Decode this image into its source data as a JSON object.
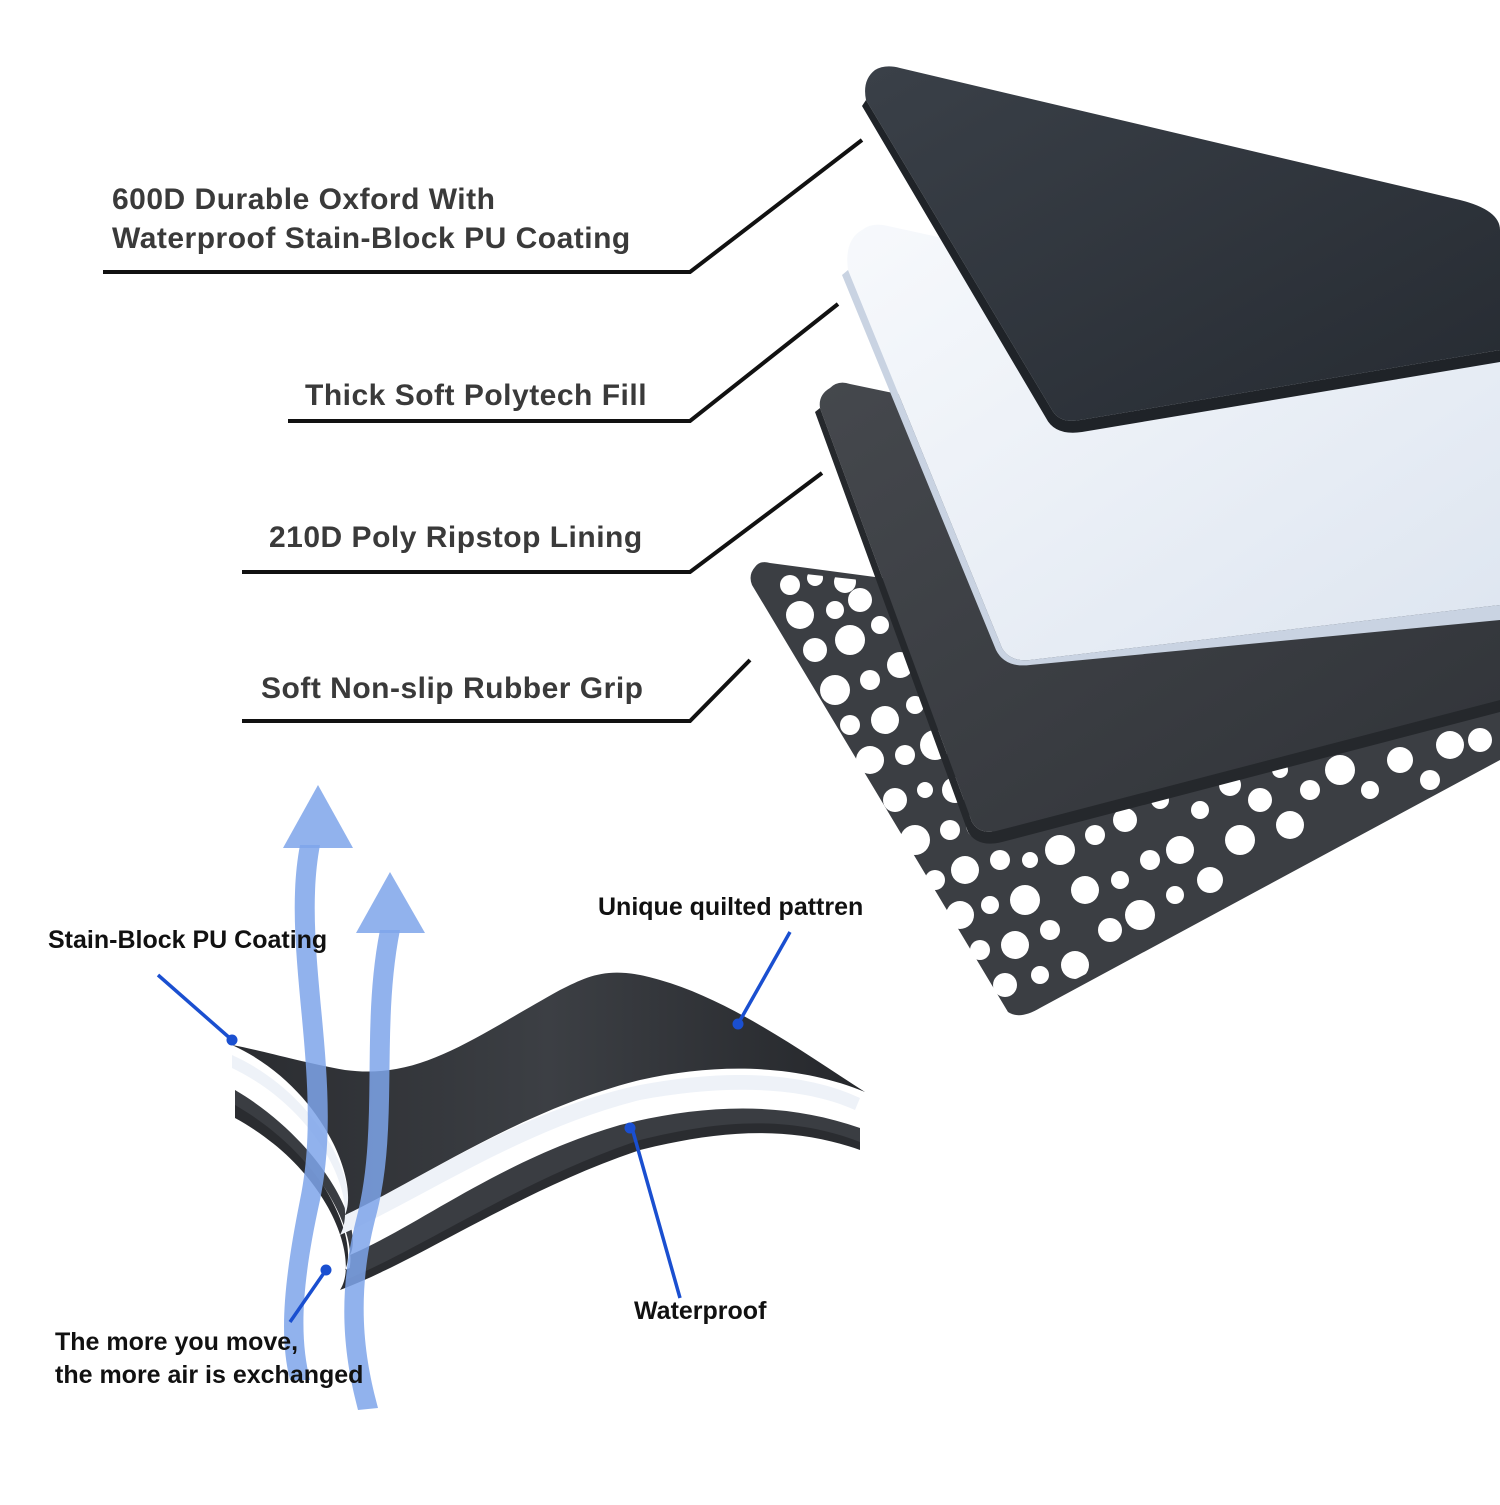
{
  "layers": [
    {
      "label": "600D Durable Oxford With",
      "label2": "Waterproof Stain-Block PU Coating"
    },
    {
      "label": "Thick Soft Polytech Fill"
    },
    {
      "label": "210D Poly Ripstop Lining"
    },
    {
      "label": "Soft Non-slip Rubber Grip"
    }
  ],
  "callouts": {
    "stain_block": "Stain-Block PU Coating",
    "quilted": "Unique quilted pattren",
    "waterproof": "Waterproof",
    "air_line1": "The more you move,",
    "air_line2": "the more air is exchanged"
  },
  "colors": {
    "dark_layer": "#2c3138",
    "white_layer": "#eef2f8",
    "mid_layer": "#3a3d42",
    "rubber_layer": "#3b3e43",
    "leader_line": "#111111",
    "callout_line": "#1a4fd0",
    "air_arrow": "#7ea4ea",
    "text": "#3a3a3a"
  },
  "icons": [
    "air-flow-arrow-icon",
    "callout-dot-icon"
  ]
}
